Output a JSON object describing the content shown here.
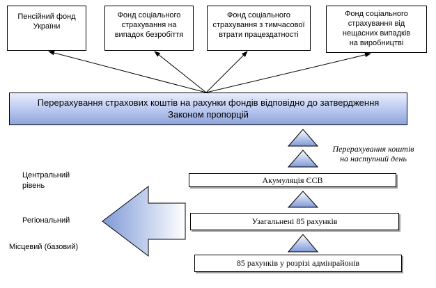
{
  "funds": [
    {
      "lines": [
        "Пенсійний фонд",
        "України"
      ]
    },
    {
      "lines": [
        "Фонд соціального",
        "страхування на",
        "випадок безробіття"
      ]
    },
    {
      "lines": [
        "Фонд соціального",
        "страхування з тимчасової",
        "втрати працездатності"
      ]
    },
    {
      "lines": [
        "Фонд соціального",
        "страхування від",
        "нещасних випадків",
        "на виробництві"
      ]
    }
  ],
  "banner": {
    "line1": "Перерахування страхових коштів на рахунки фондів відповідно до затвердження",
    "line2": "Законом пропорцій"
  },
  "transfer_note": {
    "line1": "Перерахування коштів",
    "line2": "на наступний день"
  },
  "levels": {
    "central": "Акумуляція ЄСВ",
    "regional": "Узагальнені 85 рахунків",
    "local": "85 рахунків у розрізі адмінрайонів"
  },
  "side_labels": {
    "central_line1": "Центральний",
    "central_line2": "рівень",
    "regional": "Регіональний",
    "local": "Місцевий (базовий)"
  },
  "colors": {
    "banner_light": "#e9eefc",
    "banner_dark": "#8ea3da",
    "arrow_light": "#ffffff",
    "arrow_dark": "#7f9ad8"
  }
}
